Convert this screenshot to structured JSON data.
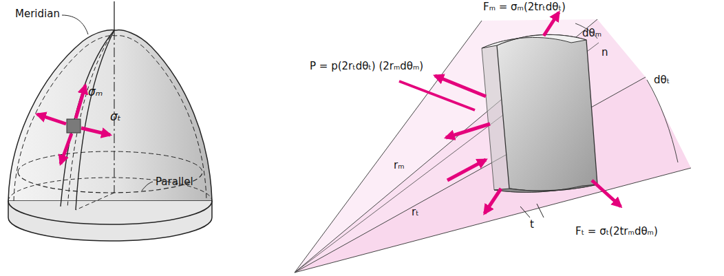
{
  "diagram": {
    "labels": [
      "Meridian",
      "σₘ",
      "σₜ",
      "Parallel",
      "Fₘ = σₘ(2trₜdθₜ)",
      "dθₘ",
      "n",
      "dθₜ",
      "P = p(2rₜdθₜ) (2rₘdθₘ)",
      "rₘ",
      "rₜ",
      "t",
      "Fₜ = σₜ(2trₘdθₘ)"
    ]
  }
}
